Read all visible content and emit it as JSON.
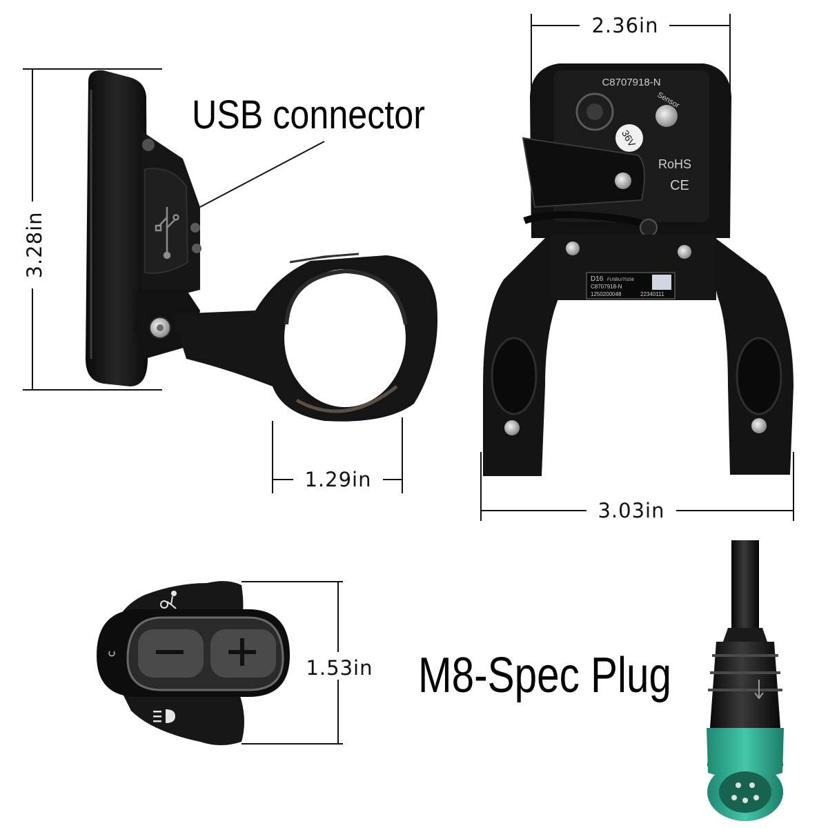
{
  "labels": {
    "usb_connector": "USB connector",
    "m8_plug": "M8-Spec Plug"
  },
  "dimensions": {
    "display_height": "3.28in",
    "clamp_width_side": "1.29in",
    "display_width_back": "2.36in",
    "mount_width_back": "3.03in",
    "button_height": "1.53in"
  },
  "device_markings": {
    "model_code": "C8707918-N",
    "sensor": "Sensor",
    "voltage": "36V",
    "rohs": "RoHS",
    "ce": "CE",
    "sticker_model": "D16",
    "sticker_part": "FUSBU/70156",
    "sticker_code": "C8707918-N",
    "sticker_serial": "1250200048",
    "sticker_date": "22340111"
  },
  "colors": {
    "product_black": "#141414",
    "plug_green": "#2fae93",
    "dimension_line": "#111111"
  },
  "icons": [
    "usb-icon",
    "minus-icon",
    "plus-icon",
    "walk-assist-icon",
    "headlight-icon",
    "power-icon"
  ]
}
